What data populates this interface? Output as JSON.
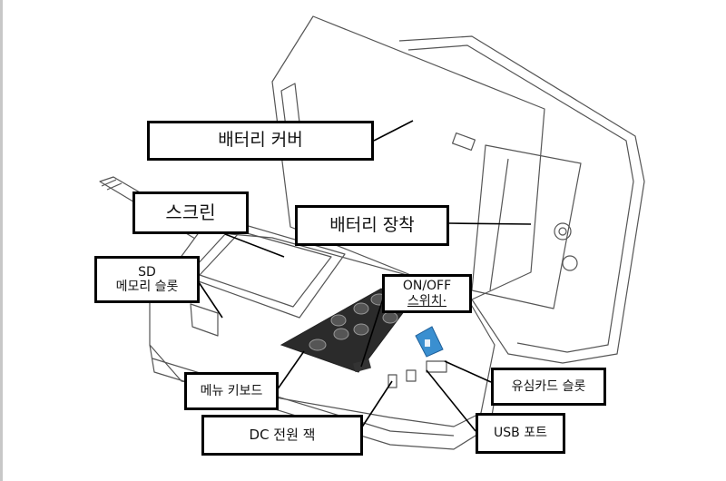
{
  "figure": {
    "subject": "portable device exploded/opened view",
    "sim_card_color": "#3a8fd0",
    "keypad_color": "#2b2b2b"
  },
  "labels": {
    "battery_cover": "배터리 커버",
    "screen": "스크린",
    "battery_install": "배터리 장착",
    "sd_slot_line1": "SD",
    "sd_slot_line2": "메모리 슬롯",
    "onoff_line1": "ON/OFF",
    "onoff_line2": "스위치·",
    "menu_keyboard": "메뉴 키보드",
    "dc_jack": "DC 전원 잭",
    "sim_slot": "유심카드 슬롯",
    "usb_port": "USB 포트"
  }
}
